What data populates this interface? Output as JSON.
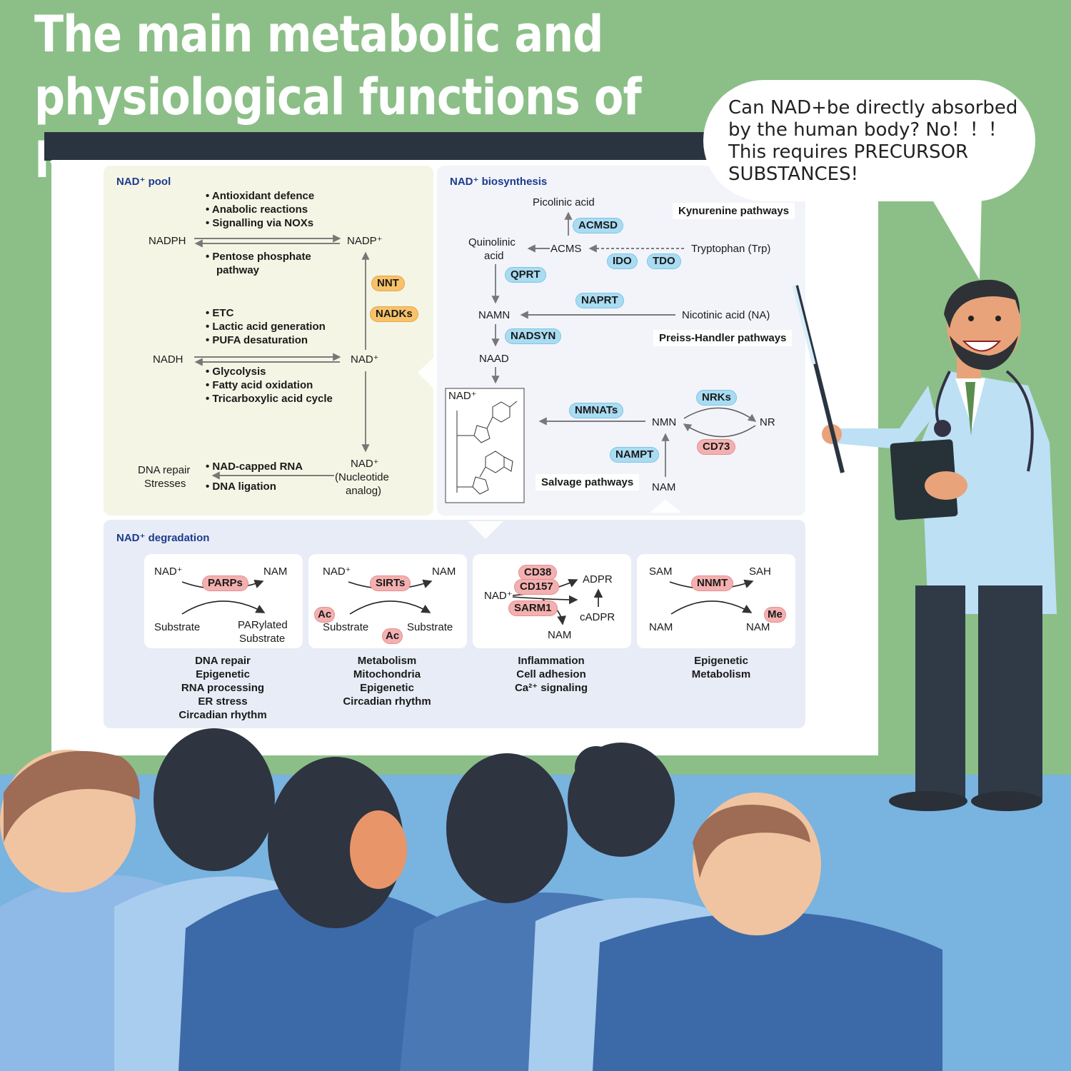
{
  "title": "The main metabolic and physiological functions of NAD+",
  "speech_bubble": "Can NAD+be directly absorbed by the human body? No！！！This requires PRECURSOR SUBSTANCES!",
  "pool": {
    "header": "NAD⁺ pool",
    "top_bullets": [
      "Antioxidant defence",
      "Anabolic reactions",
      "Signalling via NOXs"
    ],
    "nadph": "NADPH",
    "nadp": "NADP⁺",
    "ppp_bullet": "Pentose phosphate",
    "ppp_bullet_2": "pathway",
    "nnt": "NNT",
    "nadks": "NADKs",
    "mid_bullets": [
      "ETC",
      "Lactic acid generation",
      "PUFA desaturation"
    ],
    "nadh": "NADH",
    "nad": "NAD⁺",
    "low_bullets": [
      "Glycolysis",
      "Fatty acid oxidation",
      "Tricarboxylic acid cycle"
    ],
    "dna_repair": "DNA repair",
    "stresses": "Stresses",
    "rna_bullets": [
      "NAD-capped RNA",
      "DNA ligation"
    ],
    "nad_analog": "NAD⁺",
    "nucleotide": "(Nucleotide",
    "analog": "analog)"
  },
  "bio": {
    "header": "NAD⁺ biosynthesis",
    "picolinic": "Picolinic acid",
    "acmsd": "ACMSD",
    "kynurenine": "Kynurenine pathways",
    "quinolinic": "Quinolinic",
    "acid": "acid",
    "acms": "ACMS",
    "tryptophan": "Tryptophan (Trp)",
    "ido": "IDO",
    "tdo": "TDO",
    "qprt": "QPRT",
    "naprt": "NAPRT",
    "namn": "NAMN",
    "nicotinic": "Nicotinic acid (NA)",
    "nadsyn": "NADSYN",
    "preiss": "Preiss-Handler pathways",
    "naad": "NAAD",
    "nad_struct": "NAD⁺",
    "nmnats": "NMNATs",
    "nmn": "NMN",
    "nrks": "NRKs",
    "nr": "NR",
    "cd73": "CD73",
    "nampt": "NAMPT",
    "salvage": "Salvage pathways",
    "nam": "NAM"
  },
  "deg": {
    "header": "NAD⁺ degradation",
    "parp": {
      "in": "NAD⁺",
      "out": "NAM",
      "enzyme": "PARPs",
      "sub": "Substrate",
      "prod1": "PARylated",
      "prod2": "Substrate",
      "funcs": [
        "DNA repair",
        "Epigenetic",
        "RNA processing",
        "ER stress",
        "Circadian rhythm"
      ]
    },
    "sirt": {
      "in": "NAD⁺",
      "out": "NAM",
      "enzyme": "SIRTs",
      "ac1": "Ac",
      "sub": "Substrate",
      "prod": "Substrate",
      "ac2": "Ac",
      "funcs": [
        "Metabolism",
        "Mitochondria",
        "Epigenetic",
        "Circadian rhythm"
      ]
    },
    "cd38": {
      "cd38": "CD38",
      "cd157": "CD157",
      "nad": "NAD⁺",
      "sarm1": "SARM1",
      "adpr": "ADPR",
      "cadpr": "cADPR",
      "nam": "NAM",
      "funcs": [
        "Inflammation",
        "Cell adhesion",
        "Ca²⁺ signaling"
      ]
    },
    "nnmt": {
      "sam": "SAM",
      "sah": "SAH",
      "enzyme": "NNMT",
      "nam_in": "NAM",
      "nam_out": "NAM",
      "me": "Me",
      "funcs": [
        "Epigenetic",
        "Metabolism"
      ]
    }
  },
  "colors": {
    "background": "#8bbf87",
    "board_bar": "#2a3441",
    "header_blue": "#1d3b8c",
    "enzyme_blue": "#a9dcf2",
    "enzyme_pink": "#f4b0b0",
    "enzyme_orange": "#f7c26a",
    "floor": "#79b3e0"
  }
}
